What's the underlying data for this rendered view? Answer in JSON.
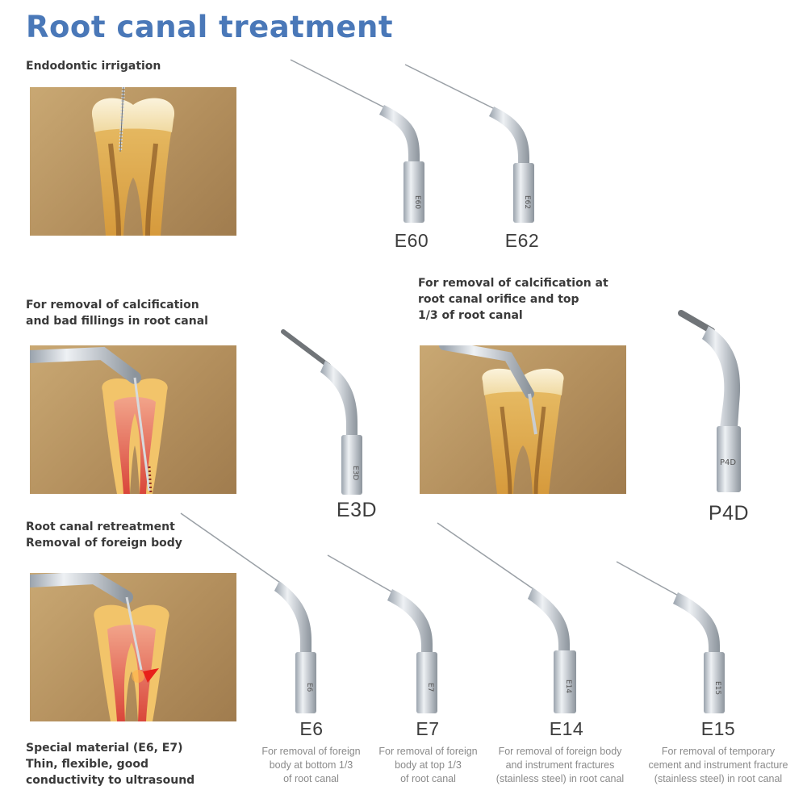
{
  "title": "Root canal treatment",
  "sections": {
    "irrigation": {
      "label": "Endodontic irrigation"
    },
    "calcification": {
      "label_lines": [
        "For removal of calcification",
        "and bad fillings in root canal"
      ]
    },
    "orifice": {
      "label_lines": [
        "For removal of calcification at",
        "root canal orifice and top",
        "1/3 of root canal"
      ]
    },
    "retreatment": {
      "label_lines": [
        "Root canal retreatment",
        "Removal of foreign body"
      ]
    },
    "special": {
      "label_lines": [
        "Special material (E6, E7)",
        "Thin, flexible, good",
        "conductivity to ultrasound"
      ]
    }
  },
  "tips": [
    {
      "code": "E60",
      "engraving": "E60"
    },
    {
      "code": "E62",
      "engraving": "E62"
    },
    {
      "code": "E3D",
      "engraving": "E3D"
    },
    {
      "code": "P4D",
      "engraving": "P4D"
    },
    {
      "code": "E6",
      "engraving": "E6",
      "desc_lines": [
        "For removal of foreign",
        "body at bottom 1/3",
        "of root canal"
      ]
    },
    {
      "code": "E7",
      "engraving": "E7",
      "desc_lines": [
        "For removal of foreign",
        "body at top 1/3",
        "of root canal"
      ]
    },
    {
      "code": "E14",
      "engraving": "E14",
      "desc_lines": [
        "For removal of foreign body",
        "and instrument fractures",
        "(stainless steel) in root canal"
      ]
    },
    {
      "code": "E15",
      "engraving": "E15",
      "desc_lines": [
        "For removal of temporary",
        "cement and instrument fracture",
        "(stainless steel) in root canal"
      ]
    }
  ],
  "colors": {
    "title": "#4a78b8",
    "photo_bg": "#b8955f",
    "label": "#3a3a3a",
    "desc": "#8a8a8a"
  }
}
